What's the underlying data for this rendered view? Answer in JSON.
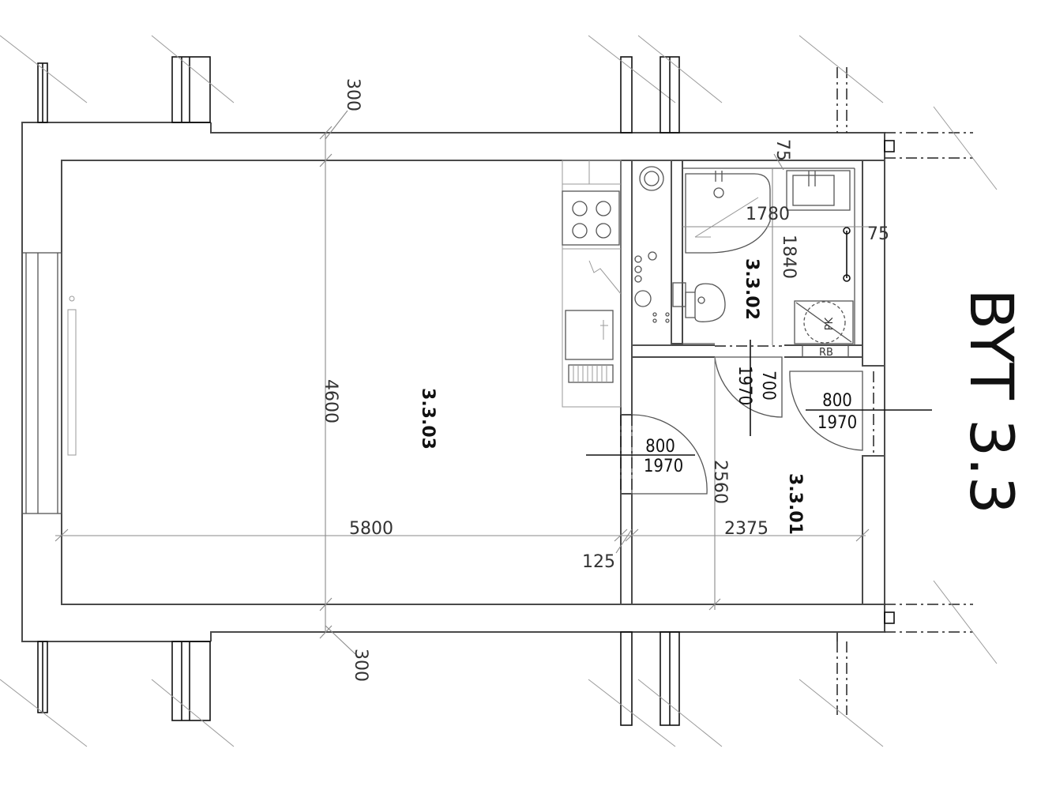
{
  "plan": {
    "title": "BYT 3.3",
    "rooms": {
      "living": "3.3.03",
      "bathroom": "3.3.02",
      "hall": "3.3.01"
    },
    "dimensions": {
      "top_wall": "300",
      "bottom_wall": "300",
      "width_total": "5800",
      "height_living": "4600",
      "hall_width": "2375",
      "hall_height": "2560",
      "partition": "125",
      "bath_width": "1780",
      "bath_height": "1840",
      "bath_wall_top": "75",
      "bath_wall_right": "75"
    },
    "doors": {
      "living_door": {
        "width": "800",
        "height": "1970"
      },
      "bath_door": {
        "width": "700",
        "height": "1970"
      },
      "entry_door": {
        "width": "800",
        "height": "1970"
      }
    },
    "labels": {
      "rb": "RB",
      "pk": "PK"
    }
  }
}
